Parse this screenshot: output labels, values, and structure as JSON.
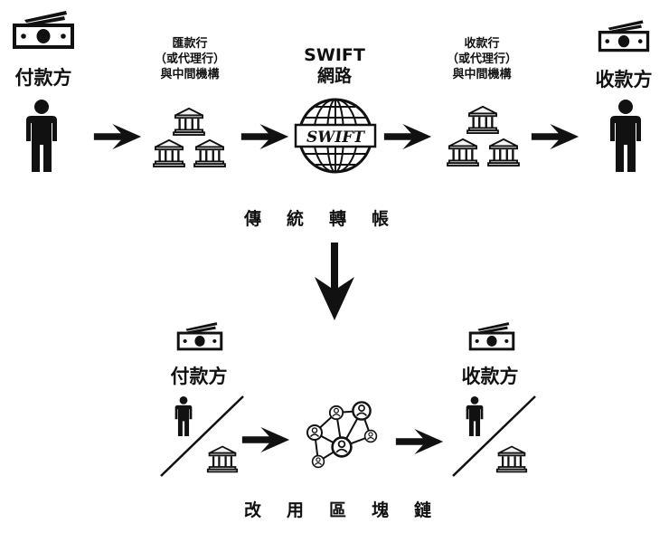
{
  "traditional": {
    "payer_label": "付款方",
    "remit_bank": [
      "匯款行",
      "（或代理行）",
      "與中間機構"
    ],
    "swift_title": [
      "SWIFT",
      "網路"
    ],
    "swift_logo_text": "SWIFT",
    "receive_bank": [
      "收款行",
      "（或代理行）",
      "與中間機構"
    ],
    "payee_label": "收款方",
    "caption": "傳統轉帳"
  },
  "blockchain": {
    "payer_label": "付款方",
    "payee_label": "收款方",
    "caption": "改用區塊鏈"
  },
  "icons": {
    "money": "banknote-icon",
    "person": "person-icon",
    "bank": "bank-building-icon",
    "swift": "swift-globe-icon",
    "network": "blockchain-network-icon",
    "arrow": "right-arrow-icon",
    "down_arrow": "down-arrow-icon"
  },
  "colors": {
    "ink": "#111111",
    "bank_fill": "#f3f3f3"
  }
}
